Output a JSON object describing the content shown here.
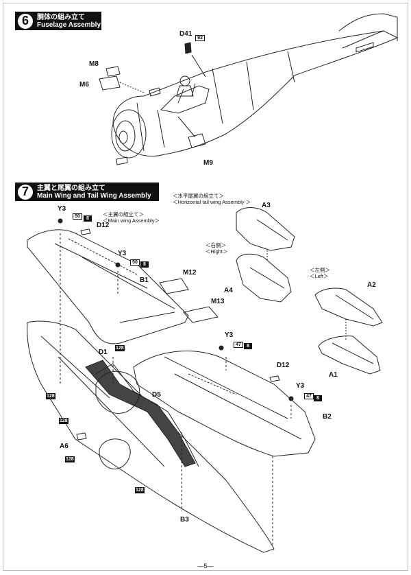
{
  "step6": {
    "number": "6",
    "title_jp": "胴体の組み立て",
    "title_en": "Fuselage Assembly",
    "labels": {
      "d41": "D41",
      "d41_badge": "92",
      "m8": "M8",
      "m6": "M6",
      "m9": "M9"
    }
  },
  "step7": {
    "number": "7",
    "title_jp": "主翼と尾翼の組み立て",
    "title_en": "Main Wing and Tail Wing Assembly",
    "horizontal_tail_jp": "＜水平尾翼の組立て＞",
    "horizontal_tail_en": "＜Horizontal tail wing Assembly ＞",
    "main_wing_jp": "＜主翼の組立て＞",
    "main_wing_en": "＜Main wing Assembly＞",
    "right_jp": "＜右側＞",
    "right_en": "＜Right＞",
    "left_jp": "＜左側＞",
    "left_en": "＜Left＞",
    "labels": {
      "y3_a": "Y3",
      "badge_50_a": "50",
      "badge_8_a": "8",
      "d12_a": "D12",
      "y3_b": "Y3",
      "badge_50_b": "50",
      "badge_8_b": "8",
      "b1": "B1",
      "m12": "M12",
      "m13": "M13",
      "a3": "A3",
      "a4": "A4",
      "a2": "A2",
      "a1": "A1",
      "y3_c": "Y3",
      "badge_47_c": "47",
      "badge_8_c": "8",
      "d12_b": "D12",
      "y3_d": "Y3",
      "badge_47_d": "47",
      "badge_8_d": "8",
      "b2": "B2",
      "d1": "D1",
      "badge_128_d1": "128",
      "d5": "D5",
      "badge_128_a": "128",
      "badge_128_b": "128",
      "a6": "A6",
      "badge_128_a6": "128",
      "badge_128_c": "128",
      "b3": "B3"
    }
  },
  "page_number": "—5—"
}
